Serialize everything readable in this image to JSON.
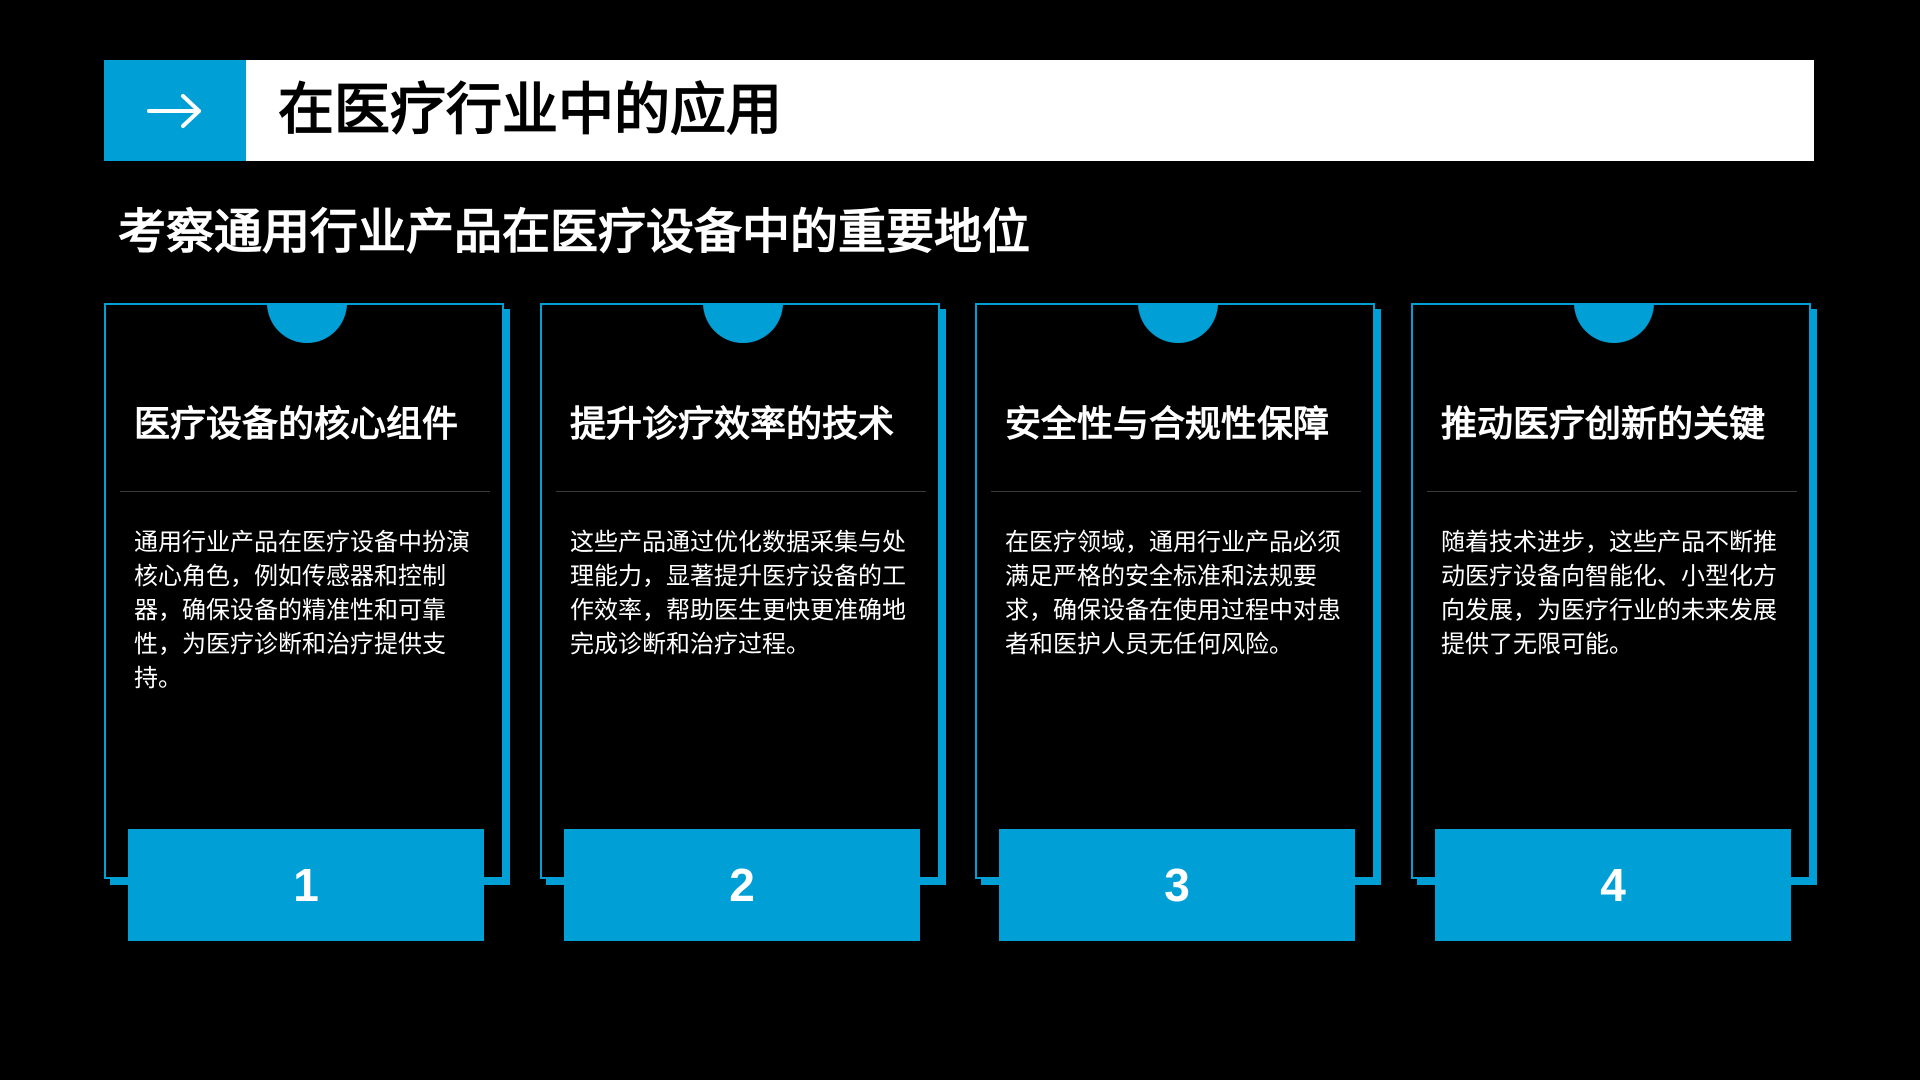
{
  "header": {
    "icon": "arrow-right-icon",
    "title": "在医疗行业中的应用"
  },
  "subtitle": "考察通用行业产品在医疗设备中的重要地位",
  "colors": {
    "accent": "#00a0d6",
    "background": "#000000",
    "header_bg": "#ffffff"
  },
  "cards": [
    {
      "title": "医疗设备的核心组件",
      "description": "通用行业产品在医疗设备中扮演核心角色，例如传感器和控制器，确保设备的精准性和可靠性，为医疗诊断和治疗提供支持。",
      "number": "1"
    },
    {
      "title": "提升诊疗效率的技术",
      "description": "这些产品通过优化数据采集与处理能力，显著提升医疗设备的工作效率，帮助医生更快更准确地完成诊断和治疗过程。",
      "number": "2"
    },
    {
      "title": "安全性与合规性保障",
      "description": "在医疗领域，通用行业产品必须满足严格的安全标准和法规要求，确保设备在使用过程中对患者和医护人员无任何风险。",
      "number": "3"
    },
    {
      "title": "推动医疗创新的关键",
      "description": "随着技术进步，这些产品不断推动医疗设备向智能化、小型化方向发展，为医疗行业的未来发展提供了无限可能。",
      "number": "4"
    }
  ]
}
